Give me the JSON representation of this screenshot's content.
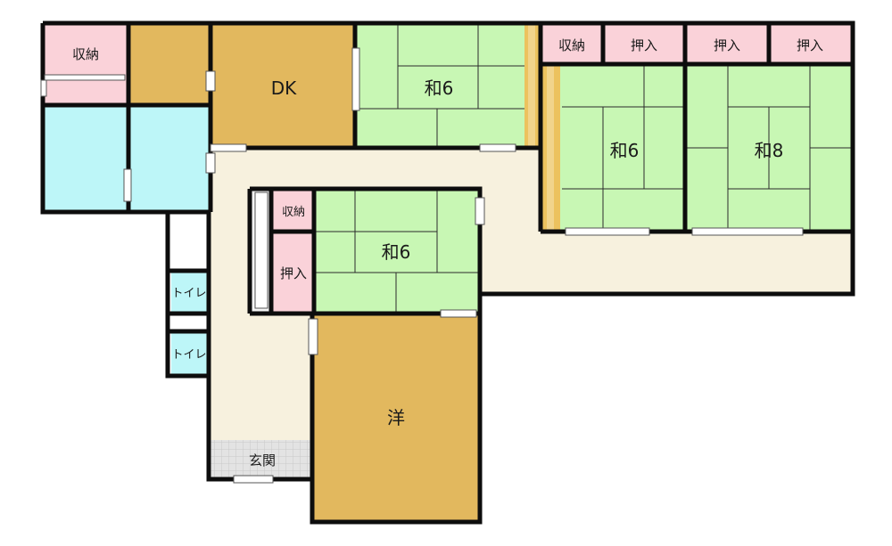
{
  "rooms": {
    "storage_top_left": "収納",
    "dk": "DK",
    "washitsu_top": "和6",
    "storage_top_mid": "収納",
    "oshiire_1": "押入",
    "oshiire_2": "押入",
    "oshiire_3": "押入",
    "washitsu_mid": "和6",
    "washitsu_right": "和8",
    "storage_center": "収納",
    "oshiire_center": "押入",
    "washitsu_center": "和6",
    "toilet_1": "トイレ",
    "toilet_2": "トイレ",
    "western_room": "洋",
    "entrance": "玄関"
  },
  "colors": {
    "wall": "#0d0d0d",
    "tatami": "#c8f7b4",
    "wood": "#e2b85e",
    "storage": "#fad2d9",
    "wet_area": "#bdf6f8",
    "hallway": "#f7f1de",
    "entrance": "#dcdcdc",
    "tatami_edge": "#ecc25e"
  }
}
